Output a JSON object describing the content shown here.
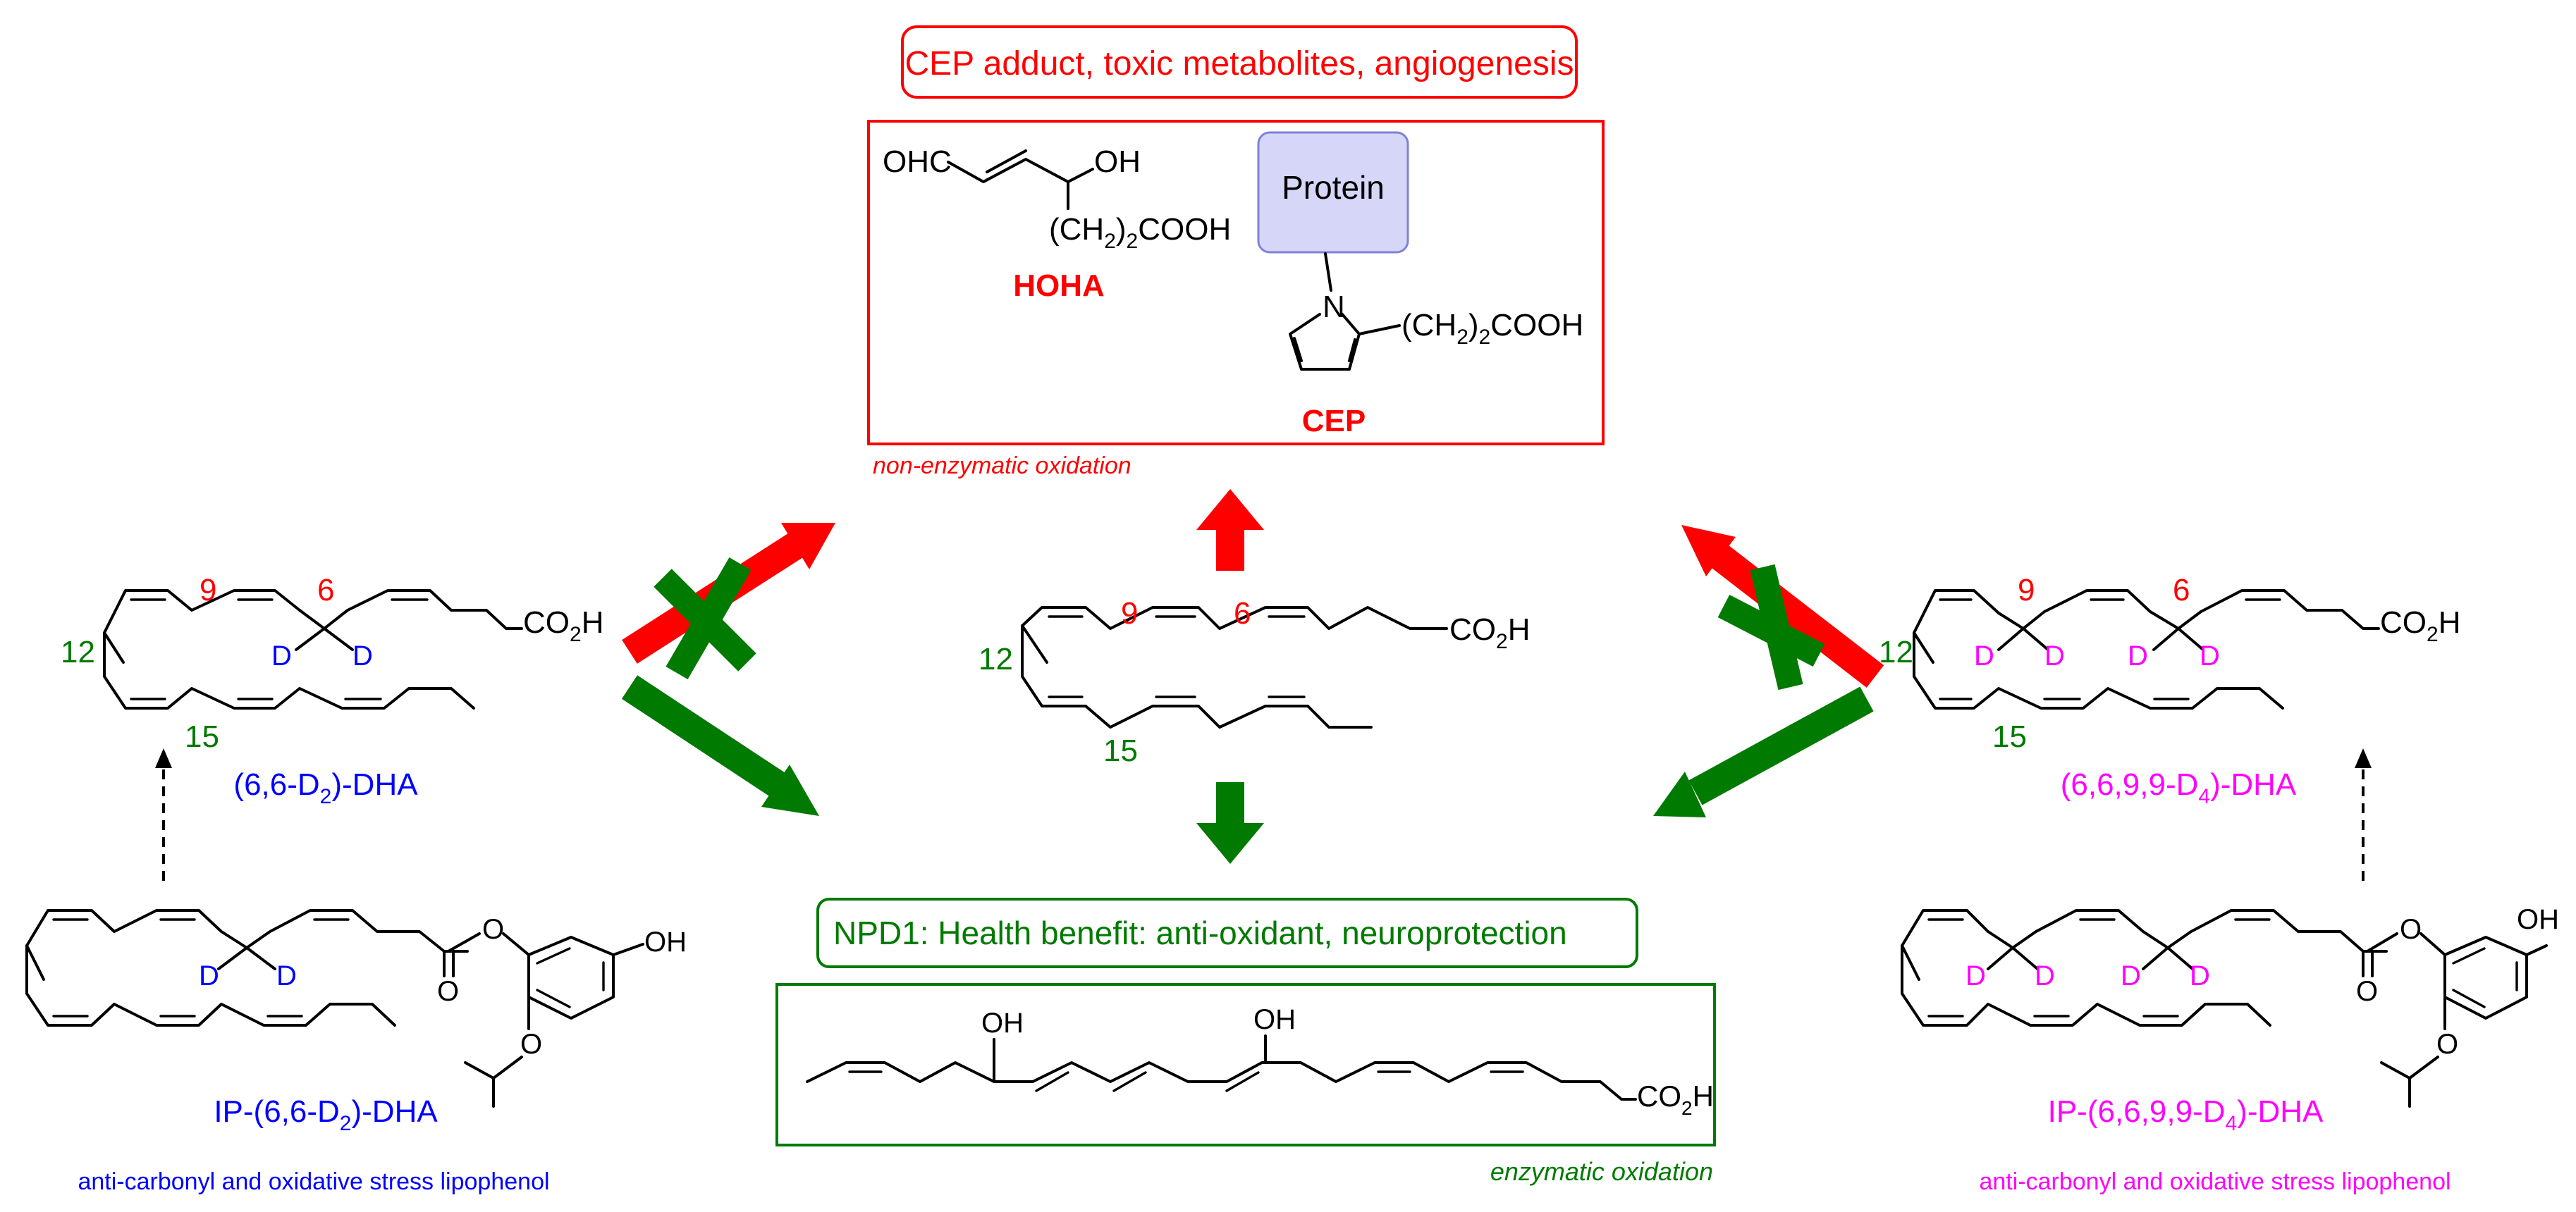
{
  "colors": {
    "red": "#ff0000",
    "green": "#007a00",
    "blue": "#0000ff",
    "magenta": "#ff00ff",
    "protein_fill": "#d6d6f8",
    "protein_stroke": "#8080d8",
    "black": "#000000"
  },
  "top_box": {
    "title": "CEP adduct, toxic metabolites, angiogenesis",
    "hoha_frag_ohc": "OHC",
    "hoha_frag_oh": "OH",
    "hoha_frag_chain_a": "(CH",
    "hoha_frag_chain_sub": "2",
    "hoha_frag_chain_b": ")",
    "hoha_frag_chain_sub2": "2",
    "hoha_frag_chain_c": "COOH",
    "hoha_label": "HOHA",
    "protein_label": "Protein",
    "cep_n": "N",
    "cep_chain_a": "(CH",
    "cep_chain_sub": "2",
    "cep_chain_b": ")",
    "cep_chain_sub2": "2",
    "cep_chain_c": "COOH",
    "cep_label": "CEP",
    "caption": "non-enzymatic oxidation"
  },
  "center_dha": {
    "pos9": "9",
    "pos6": "6",
    "pos12": "12",
    "pos15": "15",
    "acid_a": "CO",
    "acid_sub": "2",
    "acid_b": "H"
  },
  "left_dha": {
    "pos9": "9",
    "pos6": "6",
    "pos12": "12",
    "pos15": "15",
    "d1": "D",
    "d2": "D",
    "acid_a": "CO",
    "acid_sub": "2",
    "acid_b": "H",
    "name_a": "(6,6-D",
    "name_sub": "2",
    "name_b": ")-DHA"
  },
  "right_dha": {
    "pos9": "9",
    "pos6": "6",
    "pos12": "12",
    "pos15": "15",
    "d1": "D",
    "d2": "D",
    "d3": "D",
    "d4": "D",
    "acid_a": "CO",
    "acid_sub": "2",
    "acid_b": "H",
    "name_a": "(6,6,9,9-D",
    "name_sub": "4",
    "name_b": ")-DHA"
  },
  "left_ip": {
    "d1": "D",
    "d2": "D",
    "o_ester": "O",
    "o_carbonyl": "O",
    "oh": "OH",
    "o_ether": "O",
    "name_a": "IP-(6,6-D",
    "name_sub": "2",
    "name_b": ")-DHA",
    "caption": "anti-carbonyl and oxidative stress lipophenol"
  },
  "right_ip": {
    "d1": "D",
    "d2": "D",
    "d3": "D",
    "d4": "D",
    "o_ester": "O",
    "o_carbonyl": "O",
    "oh": "OH",
    "o_ether": "O",
    "name_a": "IP-(6,6,9,9-D",
    "name_sub": "4",
    "name_b": ")-DHA",
    "caption": "anti-carbonyl and oxidative stress lipophenol"
  },
  "bottom_box": {
    "title": "NPD1:   Health benefit: anti-oxidant, neuroprotection",
    "oh1": "OH",
    "oh2": "OH",
    "acid_a": "CO",
    "acid_sub": "2",
    "acid_b": "H",
    "caption": "enzymatic oxidation"
  }
}
